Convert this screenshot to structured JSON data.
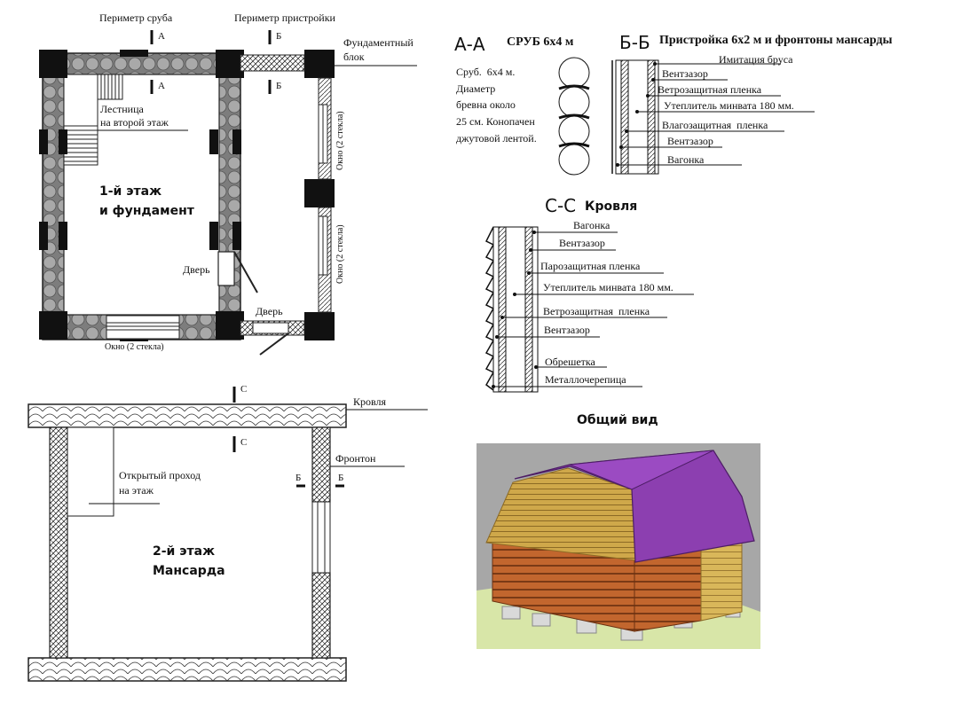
{
  "plan1": {
    "perimeter_srub": "Периметр сруба",
    "perimeter_pristroyka": "Периметр пристройки",
    "fund_block_line1": "Фундаментный",
    "fund_block_line2": "блок",
    "section_a": "А",
    "section_b": "Б",
    "stair_line1": "Лестница",
    "stair_line2": "на второй этаж",
    "title_line1": "1-й этаж",
    "title_line2": "и фундамент",
    "door": "Дверь",
    "window_bottom": "Окно (2 стекла)",
    "window_right": "Окно (2 стекла)"
  },
  "plan2": {
    "section_c": "С",
    "section_b": "Б",
    "roof_label": "Кровля",
    "fronton_label": "Фронтон",
    "opening_line1": "Открытый проход",
    "opening_line2": "на этаж",
    "title_line1": "2-й этаж",
    "title_line2": "Мансарда"
  },
  "sectionAA": {
    "heading": "А-А",
    "title": "СРУБ 6х4 м",
    "desc": [
      "Сруб.  6х4 м.",
      "Диаметр",
      "бревна около",
      "25 см. Конопачен",
      "джутовой лентой."
    ]
  },
  "sectionBB": {
    "heading": "Б-Б",
    "title": "Пристройка 6х2 м и фронтоны мансарды",
    "layers": [
      "Имитация бруса",
      "Вентзазор",
      "Ветрозащитная пленка",
      "Утеплитель минвата 180 мм.",
      "Влагозащитная  пленка",
      "Вентзазор",
      "Вагонка"
    ]
  },
  "sectionCC": {
    "heading": "С-С",
    "title": "Кровля",
    "layers": [
      "Вагонка",
      "Вентзазор",
      "Парозащитная пленка",
      "Утеплитель минвата 180 мм.",
      "Ветрозащитная  пленка",
      "Вентзазор",
      "Обрешетка",
      "Металлочерепица"
    ]
  },
  "general_view": {
    "title": "Общий вид"
  },
  "colors": {
    "roof": "#8c3fb0",
    "logs": "#c2662e",
    "gable": "#cfa84a",
    "ground": "#d8e6a8",
    "sky": "#a7a7a7",
    "blocks": "#d9d9d9"
  }
}
